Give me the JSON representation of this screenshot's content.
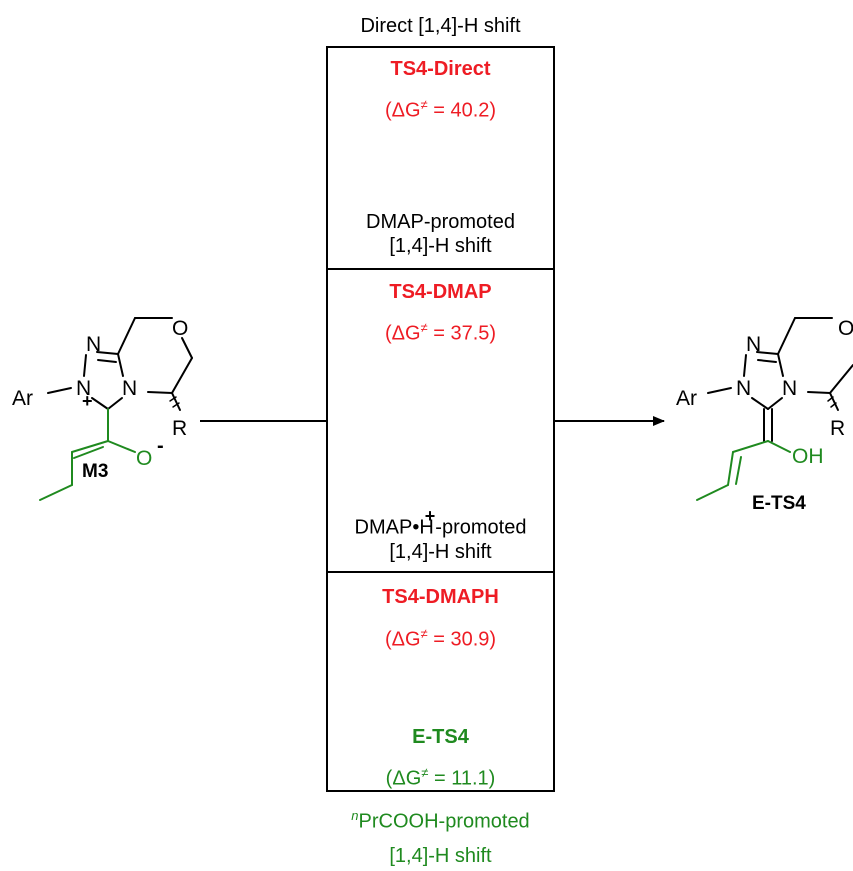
{
  "colors": {
    "ts_label": "#ee1c24",
    "product": "#1f8a1f",
    "line": "#000000"
  },
  "panels": [
    {
      "header": "Direct [1,4]-H shift",
      "ts": "TS4-Direct",
      "dg_open": "(",
      "dg_sym": "ΔG",
      "dg_sup": "≠",
      "dg_value": " = 40.2)"
    },
    {
      "header_line1": "DMAP-promoted",
      "header_line2": "[1,4]-H shift",
      "ts": "TS4-DMAP",
      "dg_open": "(",
      "dg_sym": "ΔG",
      "dg_sup": "≠",
      "dg_value": " = 37.5)"
    },
    {
      "header_line1_a": "DMAP•H",
      "header_line1_sup": "+",
      "header_line1_b": "-promoted",
      "header_line2": "[1,4]-H shift",
      "ts": "TS4-DMAPH",
      "dg_open": "(",
      "dg_sym": "ΔG",
      "dg_sup": "≠",
      "dg_value": " = 30.9)"
    },
    {
      "ts": "E-TS4",
      "dg_open": "(",
      "dg_sym": "ΔG",
      "dg_sup": "≠",
      "dg_value": " = 11.1)",
      "footer_sup": "n",
      "footer_line1": "PrCOOH-promoted",
      "footer_line2": "[1,4]-H shift"
    }
  ],
  "reactant": {
    "name": "M3",
    "atoms": {
      "n_top": "N",
      "n_left": "N",
      "n_ring": "N",
      "plus": "+",
      "o_ring": "O",
      "ar": "Ar",
      "r": "R",
      "o_minus": "O",
      "minus": "-"
    }
  },
  "product": {
    "name": "E-TS4",
    "atoms": {
      "n_top": "N",
      "n_left": "N",
      "n_ring": "N",
      "o_ring": "O",
      "ar": "Ar",
      "r": "R",
      "oh": "OH"
    }
  }
}
